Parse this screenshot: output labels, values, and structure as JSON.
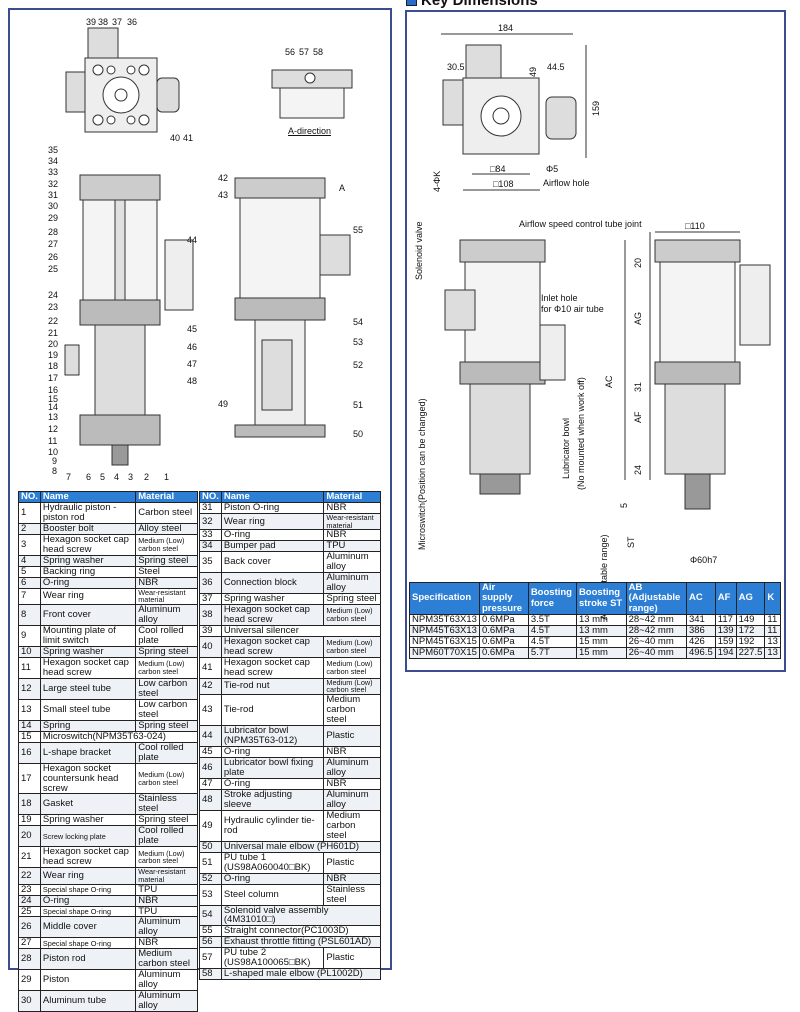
{
  "header": {
    "title": "Key Dimensions"
  },
  "left_drawing": {
    "top_view_callouts": [
      "39",
      "38",
      "37",
      "36",
      "40",
      "41"
    ],
    "a_direction_callouts": [
      "56",
      "57",
      "58"
    ],
    "a_direction_label": "A-direction",
    "section_callouts_left": [
      "35",
      "34",
      "33",
      "32",
      "31",
      "30",
      "29",
      "28",
      "27",
      "26",
      "25",
      "24",
      "23",
      "22",
      "21",
      "20",
      "19",
      "18",
      "17",
      "16",
      "15",
      "14",
      "13",
      "12",
      "11",
      "10",
      "9",
      "8"
    ],
    "section_callouts_bottom": [
      "7",
      "6",
      "5",
      "4",
      "3",
      "2",
      "1"
    ],
    "section_callouts_right": [
      "44",
      "45",
      "46",
      "47",
      "48"
    ],
    "side_view_callouts": [
      "42",
      "43",
      "A",
      "55",
      "54",
      "53",
      "52",
      "51",
      "49",
      "50"
    ]
  },
  "parts_table": {
    "headers": [
      "NO.",
      "Name",
      "Material"
    ],
    "rows": [
      [
        "1",
        "Hydraulic piston - piston rod",
        "Carbon steel"
      ],
      [
        "2",
        "Booster bolt",
        "Alloy steel"
      ],
      [
        "3",
        "Hexagon socket cap head screw",
        "Medium (Low) carbon steel"
      ],
      [
        "4",
        "Spring washer",
        "Spring steel"
      ],
      [
        "5",
        "Backing ring",
        "Steel"
      ],
      [
        "6",
        "O-ring",
        "NBR"
      ],
      [
        "7",
        "Wear ring",
        "Wear-resistant material"
      ],
      [
        "8",
        "Front cover",
        "Aluminum alloy"
      ],
      [
        "9",
        "Mounting plate of limit switch",
        "Cool rolled plate"
      ],
      [
        "10",
        "Spring washer",
        "Spring steel"
      ],
      [
        "11",
        "Hexagon socket cap head screw",
        "Medium (Low) carbon steel"
      ],
      [
        "12",
        "Large steel tube",
        "Low carbon steel"
      ],
      [
        "13",
        "Small steel tube",
        "Low carbon steel"
      ],
      [
        "14",
        "Spring",
        "Spring steel"
      ],
      [
        "15",
        "Microswitch(NPM35T63-024)",
        ""
      ],
      [
        "16",
        "L-shape bracket",
        "Cool rolled plate"
      ],
      [
        "17",
        "Hexagon socket countersunk head screw",
        "Medium (Low) carbon steel"
      ],
      [
        "18",
        "Gasket",
        "Stainless steel"
      ],
      [
        "19",
        "Spring washer",
        "Spring steel"
      ],
      [
        "20",
        "Screw locking plate",
        "Cool rolled plate"
      ],
      [
        "21",
        "Hexagon socket cap head screw",
        "Medium (Low) carbon steel"
      ],
      [
        "22",
        "Wear ring",
        "Wear-resistant material"
      ],
      [
        "23",
        "Special shape O-ring",
        "TPU"
      ],
      [
        "24",
        "O-ring",
        "NBR"
      ],
      [
        "25",
        "Special shape O-ring",
        "TPU"
      ],
      [
        "26",
        "Middle cover",
        "Aluminum alloy"
      ],
      [
        "27",
        "Special shape O-ring",
        "NBR"
      ],
      [
        "28",
        "Piston rod",
        "Medium carbon steel"
      ],
      [
        "29",
        "Piston",
        "Aluminum alloy"
      ],
      [
        "30",
        "Aluminum tube",
        "Aluminum alloy"
      ],
      [
        "31",
        "Piston O-ring",
        "NBR"
      ],
      [
        "32",
        "Wear ring",
        "Wear-resistant material"
      ],
      [
        "33",
        "O-ring",
        "NBR"
      ],
      [
        "34",
        "Bumper pad",
        "TPU"
      ],
      [
        "35",
        "Back cover",
        "Aluminum alloy"
      ],
      [
        "36",
        "Connection block",
        "Aluminum alloy"
      ],
      [
        "37",
        "Spring washer",
        "Spring steel"
      ],
      [
        "38",
        "Hexagon socket cap head screw",
        "Medium (Low) carbon steel"
      ],
      [
        "39",
        "Universal silencer",
        ""
      ],
      [
        "40",
        "Hexagon socket cap head screw",
        "Medium (Low) carbon steel"
      ],
      [
        "41",
        "Hexagon socket cap head screw",
        "Medium (Low) carbon steel"
      ],
      [
        "42",
        "Tie-rod nut",
        "Medium (Low) carbon steel"
      ],
      [
        "43",
        "Tie-rod",
        "Medium carbon steel"
      ],
      [
        "44",
        "Lubricator bowl (NPM35T63-012)",
        "Plastic"
      ],
      [
        "45",
        "O-ring",
        "NBR"
      ],
      [
        "46",
        "Lubricator bowl fixing plate",
        "Aluminum alloy"
      ],
      [
        "47",
        "O-ring",
        "NBR"
      ],
      [
        "48",
        "Stroke adjusting sleeve",
        "Aluminum alloy"
      ],
      [
        "49",
        "Hydraulic cylinder tie-rod",
        "Medium carbon steel"
      ],
      [
        "50",
        "Universal male elbow (PH601D)",
        ""
      ],
      [
        "51",
        "PU tube 1 (US98A060040□BK)",
        "Plastic"
      ],
      [
        "52",
        "O-ring",
        "NBR"
      ],
      [
        "53",
        "Steel column",
        "Stainless steel"
      ],
      [
        "54",
        "Solenoid valve assembly (4M31010□)",
        ""
      ],
      [
        "55",
        "Straight connector(PC1003D)",
        ""
      ],
      [
        "56",
        "Exhaust throttle fitting (PSL601AD)",
        ""
      ],
      [
        "57",
        "PU tube 2 (US98A100065□BK)",
        "Plastic"
      ],
      [
        "58",
        "L-shaped male elbow (PL1002D)",
        ""
      ]
    ]
  },
  "dimensions": {
    "top": [
      "184",
      "30.5",
      "49",
      "44.5",
      "159",
      "4-ΦK",
      "□84",
      "□108",
      "Φ5",
      "Airflow hole"
    ],
    "front": [
      "Airflow speed control tube joint",
      "□110",
      "Solenoid valve",
      "Inlet hole",
      "for Φ10 air tube",
      "Microswitch(Position can be changed)",
      "Lubricator bowl",
      "(No mounted when work off)",
      "20",
      "AG",
      "31",
      "AC",
      "AF",
      "24",
      "5",
      "ST",
      "AB(Adjustable range)",
      "Φ60h7"
    ]
  },
  "spec_table": {
    "headers": [
      "Specification",
      "Air supply pressure",
      "Boosting force",
      "Boosting stroke ST",
      "AB (Adjustable range)",
      "AC",
      "AF",
      "AG",
      "K"
    ],
    "rows": [
      [
        "NPM35T63X13",
        "0.6MPa",
        "3.5T",
        "13 mm",
        "28~42 mm",
        "341",
        "117",
        "149",
        "11"
      ],
      [
        "NPM45T63X13",
        "0.6MPa",
        "4.5T",
        "13 mm",
        "28~42 mm",
        "386",
        "139",
        "172",
        "11"
      ],
      [
        "NPM45T63X15",
        "0.6MPa",
        "4.5T",
        "15 mm",
        "26~40 mm",
        "426",
        "159",
        "192",
        "13"
      ],
      [
        "NPM60T70X15",
        "0.6MPa",
        "5.7T",
        "15 mm",
        "26~40 mm",
        "496.5",
        "194",
        "227.5",
        "13"
      ]
    ]
  },
  "colors": {
    "header_bg": "#2d7fd6",
    "border": "#3b4d8f"
  }
}
